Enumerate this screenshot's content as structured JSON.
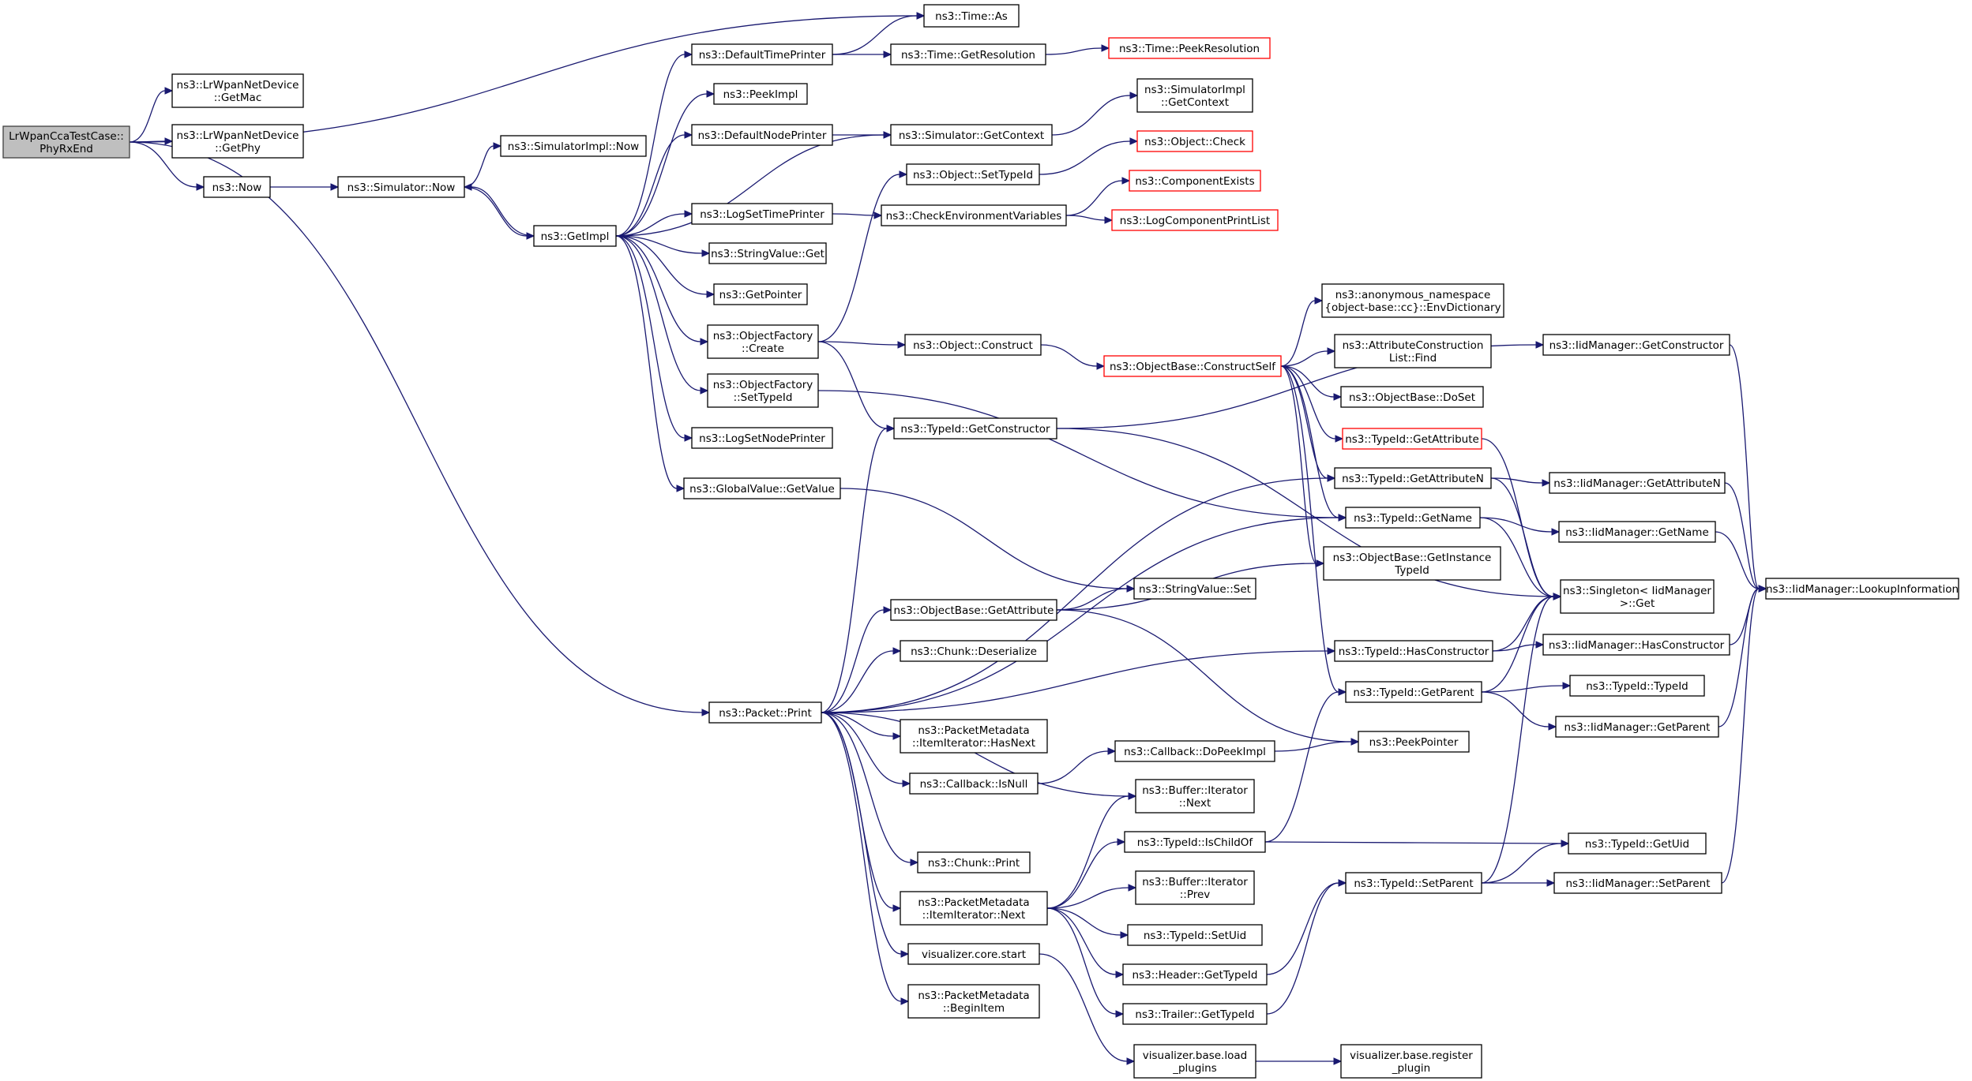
{
  "diagram": {
    "type": "call-graph",
    "colors": {
      "edge": "#191970",
      "node_border": "#000000",
      "truncated_node_border": "#ff0000",
      "root_fill": "#bfbfbf",
      "background": "#ffffff"
    },
    "nodes": [
      {
        "id": "root",
        "lines": [
          "LrWpanCcaTestCase::",
          "PhyRxEnd"
        ],
        "kind": "root"
      },
      {
        "id": "timeAs",
        "lines": [
          "ns3::Time::As"
        ]
      },
      {
        "id": "getMac",
        "lines": [
          "ns3::LrWpanNetDevice",
          "::GetMac"
        ]
      },
      {
        "id": "getPhy",
        "lines": [
          "ns3::LrWpanNetDevice",
          "::GetPhy"
        ]
      },
      {
        "id": "now",
        "lines": [
          "ns3::Now"
        ]
      },
      {
        "id": "simNow",
        "lines": [
          "ns3::Simulator::Now"
        ]
      },
      {
        "id": "simImplNow",
        "lines": [
          "ns3::SimulatorImpl::Now"
        ]
      },
      {
        "id": "getImpl",
        "lines": [
          "ns3::GetImpl"
        ]
      },
      {
        "id": "defTimePrinter",
        "lines": [
          "ns3::DefaultTimePrinter"
        ]
      },
      {
        "id": "peekImpl",
        "lines": [
          "ns3::PeekImpl"
        ]
      },
      {
        "id": "defNodePrinter",
        "lines": [
          "ns3::DefaultNodePrinter"
        ]
      },
      {
        "id": "logSetTime",
        "lines": [
          "ns3::LogSetTimePrinter"
        ]
      },
      {
        "id": "strGet",
        "lines": [
          "ns3::StringValue::Get"
        ]
      },
      {
        "id": "getPointer",
        "lines": [
          "ns3::GetPointer"
        ]
      },
      {
        "id": "ofCreate",
        "lines": [
          "ns3::ObjectFactory",
          "::Create"
        ]
      },
      {
        "id": "ofSetTypeId",
        "lines": [
          "ns3::ObjectFactory",
          "::SetTypeId"
        ]
      },
      {
        "id": "logSetNode",
        "lines": [
          "ns3::LogSetNodePrinter"
        ]
      },
      {
        "id": "gvGetValue",
        "lines": [
          "ns3::GlobalValue::GetValue"
        ]
      },
      {
        "id": "getResolution",
        "lines": [
          "ns3::Time::GetResolution"
        ]
      },
      {
        "id": "peekResolution",
        "lines": [
          "ns3::Time::PeekResolution"
        ],
        "kind": "truncated"
      },
      {
        "id": "simGetContext",
        "lines": [
          "ns3::Simulator::GetContext"
        ]
      },
      {
        "id": "simImplGetContext",
        "lines": [
          "ns3::SimulatorImpl",
          "::GetContext"
        ]
      },
      {
        "id": "objSetTypeId",
        "lines": [
          "ns3::Object::SetTypeId"
        ]
      },
      {
        "id": "objCheck",
        "lines": [
          "ns3::Object::Check"
        ],
        "kind": "truncated"
      },
      {
        "id": "checkEnv",
        "lines": [
          "ns3::CheckEnvironmentVariables"
        ]
      },
      {
        "id": "compExists",
        "lines": [
          "ns3::ComponentExists"
        ],
        "kind": "truncated"
      },
      {
        "id": "logCompPrint",
        "lines": [
          "ns3::LogComponentPrintList"
        ],
        "kind": "truncated"
      },
      {
        "id": "objConstruct",
        "lines": [
          "ns3::Object::Construct"
        ]
      },
      {
        "id": "constructSelf",
        "lines": [
          "ns3::ObjectBase::ConstructSelf"
        ],
        "kind": "truncated"
      },
      {
        "id": "envDict",
        "lines": [
          "ns3::anonymous_namespace",
          "{object-base::cc}::EnvDictionary"
        ]
      },
      {
        "id": "attrFind",
        "lines": [
          "ns3::AttributeConstruction",
          "List::Find"
        ]
      },
      {
        "id": "doSet",
        "lines": [
          "ns3::ObjectBase::DoSet"
        ]
      },
      {
        "id": "tidGetAttribute",
        "lines": [
          "ns3::TypeId::GetAttribute"
        ],
        "kind": "truncated"
      },
      {
        "id": "tidGetAttributeN",
        "lines": [
          "ns3::TypeId::GetAttributeN"
        ]
      },
      {
        "id": "tidGetName",
        "lines": [
          "ns3::TypeId::GetName"
        ]
      },
      {
        "id": "obGetInstanceTypeId",
        "lines": [
          "ns3::ObjectBase::GetInstance",
          "TypeId"
        ]
      },
      {
        "id": "tidGetConstructor",
        "lines": [
          "ns3::TypeId::GetConstructor"
        ]
      },
      {
        "id": "iidGetConstructor",
        "lines": [
          "ns3::IidManager::GetConstructor"
        ]
      },
      {
        "id": "iidGetAttributeN",
        "lines": [
          "ns3::IidManager::GetAttributeN"
        ]
      },
      {
        "id": "iidGetName",
        "lines": [
          "ns3::IidManager::GetName"
        ]
      },
      {
        "id": "singletonGet",
        "lines": [
          "ns3::Singleton< IidManager",
          " >::Get"
        ]
      },
      {
        "id": "lookupInfo",
        "lines": [
          "ns3::IidManager::LookupInformation"
        ]
      },
      {
        "id": "strSet",
        "lines": [
          "ns3::StringValue::Set"
        ]
      },
      {
        "id": "obGetAttribute",
        "lines": [
          "ns3::ObjectBase::GetAttribute"
        ]
      },
      {
        "id": "chunkDeserialize",
        "lines": [
          "ns3::Chunk::Deserialize"
        ]
      },
      {
        "id": "packetPrint",
        "lines": [
          "ns3::Packet::Print"
        ]
      },
      {
        "id": "tidHasConstructor",
        "lines": [
          "ns3::TypeId::HasConstructor"
        ]
      },
      {
        "id": "iidHasConstructor",
        "lines": [
          "ns3::IidManager::HasConstructor"
        ]
      },
      {
        "id": "tidGetParent",
        "lines": [
          "ns3::TypeId::GetParent"
        ]
      },
      {
        "id": "tidTypeId",
        "lines": [
          "ns3::TypeId::TypeId"
        ]
      },
      {
        "id": "iidGetParent",
        "lines": [
          "ns3::IidManager::GetParent"
        ]
      },
      {
        "id": "pmHasNext",
        "lines": [
          "ns3::PacketMetadata",
          "::ItemIterator::HasNext"
        ]
      },
      {
        "id": "cbDoPeekImpl",
        "lines": [
          "ns3::Callback::DoPeekImpl"
        ]
      },
      {
        "id": "peekPointer",
        "lines": [
          "ns3::PeekPointer"
        ]
      },
      {
        "id": "cbIsNull",
        "lines": [
          "ns3::Callback::IsNull"
        ]
      },
      {
        "id": "bufNext",
        "lines": [
          "ns3::Buffer::Iterator",
          "::Next"
        ]
      },
      {
        "id": "tidIsChildOf",
        "lines": [
          "ns3::TypeId::IsChildOf"
        ]
      },
      {
        "id": "tidGetUid",
        "lines": [
          "ns3::TypeId::GetUid"
        ]
      },
      {
        "id": "chunkPrint",
        "lines": [
          "ns3::Chunk::Print"
        ]
      },
      {
        "id": "tidSetParent",
        "lines": [
          "ns3::TypeId::SetParent"
        ]
      },
      {
        "id": "iidSetParent",
        "lines": [
          "ns3::IidManager::SetParent"
        ]
      },
      {
        "id": "pmNext",
        "lines": [
          "ns3::PacketMetadata",
          "::ItemIterator::Next"
        ]
      },
      {
        "id": "bufPrev",
        "lines": [
          "ns3::Buffer::Iterator",
          "::Prev"
        ]
      },
      {
        "id": "tidSetUid",
        "lines": [
          "ns3::TypeId::SetUid"
        ]
      },
      {
        "id": "vizStart",
        "lines": [
          "visualizer.core.start"
        ]
      },
      {
        "id": "headerGetTypeId",
        "lines": [
          "ns3::Header::GetTypeId"
        ]
      },
      {
        "id": "trailerGetTypeId",
        "lines": [
          "ns3::Trailer::GetTypeId"
        ]
      },
      {
        "id": "pmBeginItem",
        "lines": [
          "ns3::PacketMetadata",
          "::BeginItem"
        ]
      },
      {
        "id": "vizLoad",
        "lines": [
          "visualizer.base.load",
          "_plugins"
        ]
      },
      {
        "id": "vizRegister",
        "lines": [
          "visualizer.base.register",
          "_plugin"
        ]
      }
    ],
    "edges": [
      [
        "root",
        "timeAs"
      ],
      [
        "root",
        "getMac"
      ],
      [
        "root",
        "getPhy"
      ],
      [
        "root",
        "now"
      ],
      [
        "root",
        "packetPrint"
      ],
      [
        "now",
        "simNow"
      ],
      [
        "simNow",
        "simImplNow"
      ],
      [
        "simNow",
        "getImpl"
      ],
      [
        "getImpl",
        "simNow"
      ],
      [
        "getImpl",
        "defTimePrinter"
      ],
      [
        "getImpl",
        "peekImpl"
      ],
      [
        "getImpl",
        "defNodePrinter"
      ],
      [
        "getImpl",
        "simGetContext"
      ],
      [
        "getImpl",
        "logSetTime"
      ],
      [
        "getImpl",
        "strGet"
      ],
      [
        "getImpl",
        "getPointer"
      ],
      [
        "getImpl",
        "ofCreate"
      ],
      [
        "getImpl",
        "ofSetTypeId"
      ],
      [
        "getImpl",
        "logSetNode"
      ],
      [
        "getImpl",
        "gvGetValue"
      ],
      [
        "defTimePrinter",
        "timeAs"
      ],
      [
        "defTimePrinter",
        "getResolution"
      ],
      [
        "getResolution",
        "peekResolution"
      ],
      [
        "defNodePrinter",
        "simGetContext"
      ],
      [
        "simGetContext",
        "simImplGetContext"
      ],
      [
        "logSetTime",
        "checkEnv"
      ],
      [
        "checkEnv",
        "compExists"
      ],
      [
        "checkEnv",
        "logCompPrint"
      ],
      [
        "ofCreate",
        "objSetTypeId"
      ],
      [
        "ofCreate",
        "objConstruct"
      ],
      [
        "ofCreate",
        "tidGetConstructor"
      ],
      [
        "objSetTypeId",
        "objCheck"
      ],
      [
        "ofSetTypeId",
        "tidGetName"
      ],
      [
        "objConstruct",
        "constructSelf"
      ],
      [
        "constructSelf",
        "envDict"
      ],
      [
        "constructSelf",
        "attrFind"
      ],
      [
        "constructSelf",
        "doSet"
      ],
      [
        "constructSelf",
        "tidGetAttribute"
      ],
      [
        "constructSelf",
        "tidGetAttributeN"
      ],
      [
        "constructSelf",
        "tidGetName"
      ],
      [
        "constructSelf",
        "obGetInstanceTypeId"
      ],
      [
        "constructSelf",
        "tidGetParent"
      ],
      [
        "tidGetAttribute",
        "singletonGet"
      ],
      [
        "tidGetAttributeN",
        "iidGetAttributeN"
      ],
      [
        "tidGetAttributeN",
        "singletonGet"
      ],
      [
        "tidGetName",
        "iidGetName"
      ],
      [
        "tidGetName",
        "singletonGet"
      ],
      [
        "iidGetAttributeN",
        "lookupInfo"
      ],
      [
        "iidGetName",
        "lookupInfo"
      ],
      [
        "iidGetConstructor",
        "lookupInfo"
      ],
      [
        "iidHasConstructor",
        "lookupInfo"
      ],
      [
        "iidGetParent",
        "lookupInfo"
      ],
      [
        "iidSetParent",
        "lookupInfo"
      ],
      [
        "tidGetConstructor",
        "iidGetConstructor"
      ],
      [
        "tidGetConstructor",
        "singletonGet"
      ],
      [
        "gvGetValue",
        "strSet"
      ],
      [
        "obGetAttribute",
        "strSet"
      ],
      [
        "obGetAttribute",
        "obGetInstanceTypeId"
      ],
      [
        "obGetAttribute",
        "peekPointer"
      ],
      [
        "tidHasConstructor",
        "iidHasConstructor"
      ],
      [
        "tidHasConstructor",
        "singletonGet"
      ],
      [
        "tidGetParent",
        "tidTypeId"
      ],
      [
        "tidGetParent",
        "iidGetParent"
      ],
      [
        "tidGetParent",
        "singletonGet"
      ],
      [
        "packetPrint",
        "tidGetConstructor"
      ],
      [
        "packetPrint",
        "tidGetAttributeN"
      ],
      [
        "packetPrint",
        "tidGetName"
      ],
      [
        "packetPrint",
        "obGetAttribute"
      ],
      [
        "packetPrint",
        "chunkDeserialize"
      ],
      [
        "packetPrint",
        "tidHasConstructor"
      ],
      [
        "packetPrint",
        "pmHasNext"
      ],
      [
        "packetPrint",
        "cbIsNull"
      ],
      [
        "packetPrint",
        "bufNext"
      ],
      [
        "packetPrint",
        "chunkPrint"
      ],
      [
        "packetPrint",
        "pmNext"
      ],
      [
        "packetPrint",
        "vizStart"
      ],
      [
        "packetPrint",
        "pmBeginItem"
      ],
      [
        "cbIsNull",
        "cbDoPeekImpl"
      ],
      [
        "cbDoPeekImpl",
        "peekPointer"
      ],
      [
        "pmNext",
        "bufNext"
      ],
      [
        "pmNext",
        "tidIsChildOf"
      ],
      [
        "pmNext",
        "bufPrev"
      ],
      [
        "pmNext",
        "tidSetUid"
      ],
      [
        "pmNext",
        "headerGetTypeId"
      ],
      [
        "pmNext",
        "trailerGetTypeId"
      ],
      [
        "tidIsChildOf",
        "tidGetParent"
      ],
      [
        "tidIsChildOf",
        "tidGetUid"
      ],
      [
        "tidSetParent",
        "tidGetUid"
      ],
      [
        "tidSetParent",
        "iidSetParent"
      ],
      [
        "tidSetParent",
        "singletonGet"
      ],
      [
        "headerGetTypeId",
        "tidSetParent"
      ],
      [
        "trailerGetTypeId",
        "tidSetParent"
      ],
      [
        "vizStart",
        "vizLoad"
      ],
      [
        "vizLoad",
        "vizRegister"
      ]
    ]
  }
}
